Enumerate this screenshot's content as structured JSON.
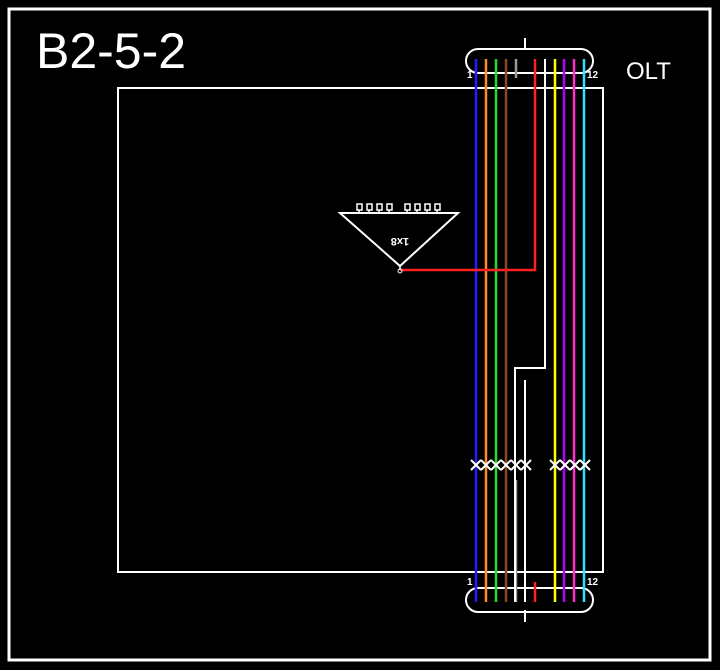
{
  "title": "B2-5-2",
  "olt_label": "OLT",
  "splitter_label": "1x8",
  "connector_top": {
    "start": "1",
    "end": "12"
  },
  "connector_bottom": {
    "start": "1",
    "end": "12"
  },
  "fiber_colors": [
    "#1e1eff",
    "#ff8c1a",
    "#22dd22",
    "#8b4a1e",
    "#999999",
    "#ffffff",
    "#ff2020",
    "#000000",
    "#ffff00",
    "#b000ff",
    "#ff30d0",
    "#30e0ff"
  ],
  "colors": {
    "background": "#000000",
    "stroke": "#ffffff",
    "highlight": "#ff2020"
  }
}
